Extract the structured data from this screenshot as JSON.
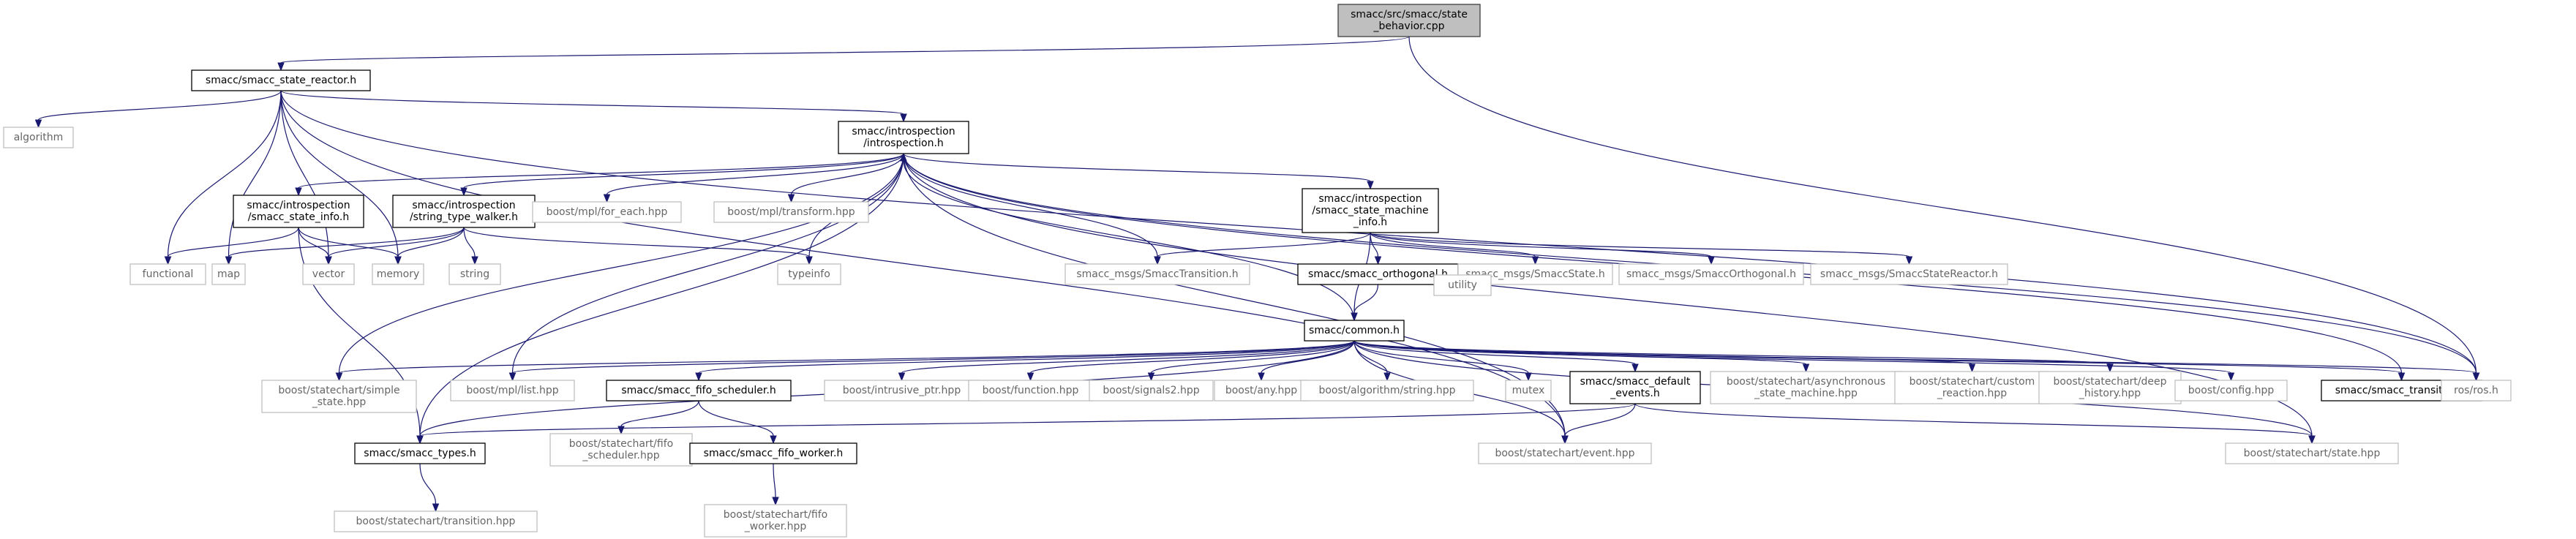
{
  "nodes": [
    {
      "id": "root",
      "lines": [
        "smacc/src/smacc/state",
        "_behavior.cpp"
      ],
      "kind": "root"
    },
    {
      "id": "ssr",
      "lines": [
        "smacc/smacc_state_reactor.h"
      ],
      "kind": "doc"
    },
    {
      "id": "intro",
      "lines": [
        "smacc/introspection",
        "/introspection.h"
      ],
      "kind": "doc"
    },
    {
      "id": "algorithm",
      "lines": [
        "algorithm"
      ],
      "kind": "ext"
    },
    {
      "id": "ssi",
      "lines": [
        "smacc/introspection",
        "/smacc_state_info.h"
      ],
      "kind": "doc"
    },
    {
      "id": "stw",
      "lines": [
        "smacc/introspection",
        "/string_type_walker.h"
      ],
      "kind": "doc"
    },
    {
      "id": "foreach",
      "lines": [
        "boost/mpl/for_each.hpp"
      ],
      "kind": "ext"
    },
    {
      "id": "transform",
      "lines": [
        "boost/mpl/transform.hpp"
      ],
      "kind": "ext"
    },
    {
      "id": "ssmi",
      "lines": [
        "smacc/introspection",
        "/smacc_state_machine",
        "_info.h"
      ],
      "kind": "doc"
    },
    {
      "id": "functional",
      "lines": [
        "functional"
      ],
      "kind": "ext"
    },
    {
      "id": "map",
      "lines": [
        "map"
      ],
      "kind": "ext"
    },
    {
      "id": "vector",
      "lines": [
        "vector"
      ],
      "kind": "ext"
    },
    {
      "id": "memory",
      "lines": [
        "memory"
      ],
      "kind": "ext"
    },
    {
      "id": "string",
      "lines": [
        "string"
      ],
      "kind": "ext"
    },
    {
      "id": "typeinfo",
      "lines": [
        "typeinfo"
      ],
      "kind": "ext"
    },
    {
      "id": "smtrans",
      "lines": [
        "smacc_msgs/SmaccTransition.h"
      ],
      "kind": "ext"
    },
    {
      "id": "sorth",
      "lines": [
        "smacc/smacc_orthogonal.h"
      ],
      "kind": "doc"
    },
    {
      "id": "smstate",
      "lines": [
        "smacc_msgs/SmaccState.h"
      ],
      "kind": "ext"
    },
    {
      "id": "smorth",
      "lines": [
        "smacc_msgs/SmaccOrthogonal.h"
      ],
      "kind": "ext"
    },
    {
      "id": "smreact",
      "lines": [
        "smacc_msgs/SmaccStateReactor.h"
      ],
      "kind": "ext"
    },
    {
      "id": "utility",
      "lines": [
        "utility"
      ],
      "kind": "ext"
    },
    {
      "id": "common",
      "lines": [
        "smacc/common.h"
      ],
      "kind": "doc"
    },
    {
      "id": "simple",
      "lines": [
        "boost/statechart/simple",
        "_state.hpp"
      ],
      "kind": "ext"
    },
    {
      "id": "list",
      "lines": [
        "boost/mpl/list.hpp"
      ],
      "kind": "ext"
    },
    {
      "id": "fifosch",
      "lines": [
        "smacc/smacc_fifo_scheduler.h"
      ],
      "kind": "doc"
    },
    {
      "id": "intrusive",
      "lines": [
        "boost/intrusive_ptr.hpp"
      ],
      "kind": "ext"
    },
    {
      "id": "function",
      "lines": [
        "boost/function.hpp"
      ],
      "kind": "ext"
    },
    {
      "id": "signals2",
      "lines": [
        "boost/signals2.hpp"
      ],
      "kind": "ext"
    },
    {
      "id": "any",
      "lines": [
        "boost/any.hpp"
      ],
      "kind": "ext"
    },
    {
      "id": "algostr",
      "lines": [
        "boost/algorithm/string.hpp"
      ],
      "kind": "ext"
    },
    {
      "id": "mutex",
      "lines": [
        "mutex"
      ],
      "kind": "ext"
    },
    {
      "id": "defev",
      "lines": [
        "smacc/smacc_default",
        "_events.h"
      ],
      "kind": "doc"
    },
    {
      "id": "async",
      "lines": [
        "boost/statechart/asynchronous",
        "_state_machine.hpp"
      ],
      "kind": "ext"
    },
    {
      "id": "custom",
      "lines": [
        "boost/statechart/custom",
        "_reaction.hpp"
      ],
      "kind": "ext"
    },
    {
      "id": "deep",
      "lines": [
        "boost/statechart/deep",
        "_history.hpp"
      ],
      "kind": "ext"
    },
    {
      "id": "config",
      "lines": [
        "boost/config.hpp"
      ],
      "kind": "ext"
    },
    {
      "id": "strans",
      "lines": [
        "smacc/smacc_transition.h"
      ],
      "kind": "doc"
    },
    {
      "id": "ros",
      "lines": [
        "ros/ros.h"
      ],
      "kind": "ext"
    },
    {
      "id": "types",
      "lines": [
        "smacc/smacc_types.h"
      ],
      "kind": "doc"
    },
    {
      "id": "fifosch_hpp",
      "lines": [
        "boost/statechart/fifo",
        "_scheduler.hpp"
      ],
      "kind": "ext"
    },
    {
      "id": "fifowork",
      "lines": [
        "smacc/smacc_fifo_worker.h"
      ],
      "kind": "doc"
    },
    {
      "id": "event",
      "lines": [
        "boost/statechart/event.hpp"
      ],
      "kind": "ext"
    },
    {
      "id": "state",
      "lines": [
        "boost/statechart/state.hpp"
      ],
      "kind": "ext"
    },
    {
      "id": "transhpp",
      "lines": [
        "boost/statechart/transition.hpp"
      ],
      "kind": "ext"
    },
    {
      "id": "fifowork_hpp",
      "lines": [
        "boost/statechart/fifo",
        "_worker.hpp"
      ],
      "kind": "ext"
    }
  ],
  "edges": [
    [
      "root",
      "ssr"
    ],
    [
      "root",
      "ros"
    ],
    [
      "ssr",
      "algorithm"
    ],
    [
      "ssr",
      "functional"
    ],
    [
      "ssr",
      "map"
    ],
    [
      "ssr",
      "vector"
    ],
    [
      "ssr",
      "memory"
    ],
    [
      "ssr",
      "intro"
    ],
    [
      "ssr",
      "ros"
    ],
    [
      "ssr",
      "event"
    ],
    [
      "intro",
      "ssi"
    ],
    [
      "intro",
      "stw"
    ],
    [
      "intro",
      "foreach"
    ],
    [
      "intro",
      "transform"
    ],
    [
      "intro",
      "typeinfo"
    ],
    [
      "intro",
      "smtrans"
    ],
    [
      "intro",
      "ssmi"
    ],
    [
      "intro",
      "simple"
    ],
    [
      "intro",
      "list"
    ],
    [
      "intro",
      "types"
    ],
    [
      "intro",
      "ros"
    ],
    [
      "intro",
      "strans"
    ],
    [
      "intro",
      "state"
    ],
    [
      "intro",
      "event"
    ],
    [
      "ssi",
      "functional"
    ],
    [
      "ssi",
      "vector"
    ],
    [
      "ssi",
      "memory"
    ],
    [
      "ssi",
      "types"
    ],
    [
      "stw",
      "map"
    ],
    [
      "stw",
      "vector"
    ],
    [
      "stw",
      "memory"
    ],
    [
      "stw",
      "string"
    ],
    [
      "stw",
      "typeinfo"
    ],
    [
      "ssmi",
      "smtrans"
    ],
    [
      "ssmi",
      "sorth"
    ],
    [
      "ssmi",
      "smstate"
    ],
    [
      "ssmi",
      "smorth"
    ],
    [
      "ssmi",
      "smreact"
    ],
    [
      "ssmi",
      "common"
    ],
    [
      "sorth",
      "common"
    ],
    [
      "sorth",
      "utility"
    ],
    [
      "common",
      "intro"
    ],
    [
      "common",
      "simple"
    ],
    [
      "common",
      "list"
    ],
    [
      "common",
      "fifosch"
    ],
    [
      "common",
      "intrusive"
    ],
    [
      "common",
      "function"
    ],
    [
      "common",
      "signals2"
    ],
    [
      "common",
      "any"
    ],
    [
      "common",
      "algostr"
    ],
    [
      "common",
      "mutex"
    ],
    [
      "common",
      "defev"
    ],
    [
      "common",
      "async"
    ],
    [
      "common",
      "custom"
    ],
    [
      "common",
      "deep"
    ],
    [
      "common",
      "config"
    ],
    [
      "common",
      "strans"
    ],
    [
      "common",
      "ros"
    ],
    [
      "common",
      "types"
    ],
    [
      "common",
      "event"
    ],
    [
      "common",
      "state"
    ],
    [
      "fifosch",
      "fifosch_hpp"
    ],
    [
      "fifosch",
      "fifowork"
    ],
    [
      "fifowork",
      "fifowork_hpp"
    ],
    [
      "defev",
      "types"
    ],
    [
      "defev",
      "event"
    ],
    [
      "defev",
      "state"
    ],
    [
      "types",
      "transhpp"
    ]
  ]
}
